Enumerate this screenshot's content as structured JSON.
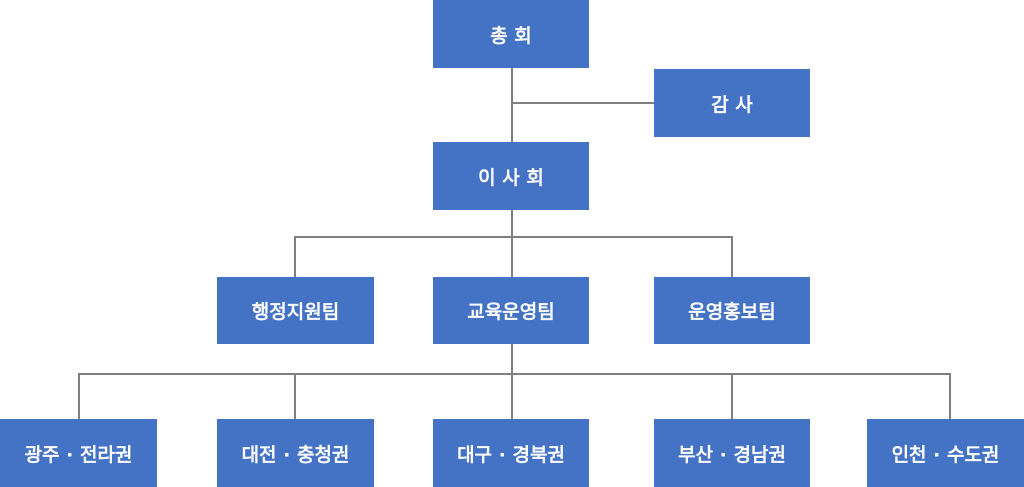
{
  "colors": {
    "box_fill": "#4472c4",
    "box_text": "#ffffff",
    "connector": "#7f7f7f",
    "background": "#ffffff"
  },
  "nodes": {
    "general_assembly": "총 회",
    "auditor": "감 사",
    "board": "이 사 회",
    "teams": {
      "admin_support": "행정지원팀",
      "education_operations": "교육운영팀",
      "operations_pr": "운영홍보팀"
    },
    "regions": {
      "gwangju_jeolla": "광주 · 전라권",
      "daejeon_chungcheong": "대전 · 충청권",
      "daegu_gyeongbuk": "대구 · 경북권",
      "busan_gyeongnam": "부산 · 경남권",
      "incheon_sudo": "인천 · 수도권"
    }
  }
}
